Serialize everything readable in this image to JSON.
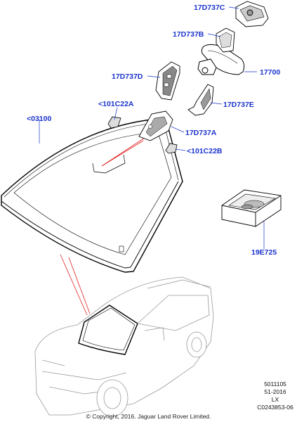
{
  "callouts": {
    "c17d737c": "17D737C",
    "c17d737b": "17D737B",
    "c17700": "17700",
    "c17d737d": "17D737D",
    "c101c22a": "<101C22A",
    "c17d737e": "17D737E",
    "c03100": "<03100",
    "c17d737a": "17D737A",
    "c101c22b": "<101C22B",
    "c19e725": "19E725"
  },
  "meta": {
    "line1": "5011105",
    "line2": "51-2016",
    "line3": "LX",
    "line4": "C0243853-06"
  },
  "copyright": "© Copyright, 2016. Jaguar Land Rover Limited.",
  "colors": {
    "callout": "#1a33cc",
    "leader_red": "#e02020",
    "outline": "#000000"
  }
}
